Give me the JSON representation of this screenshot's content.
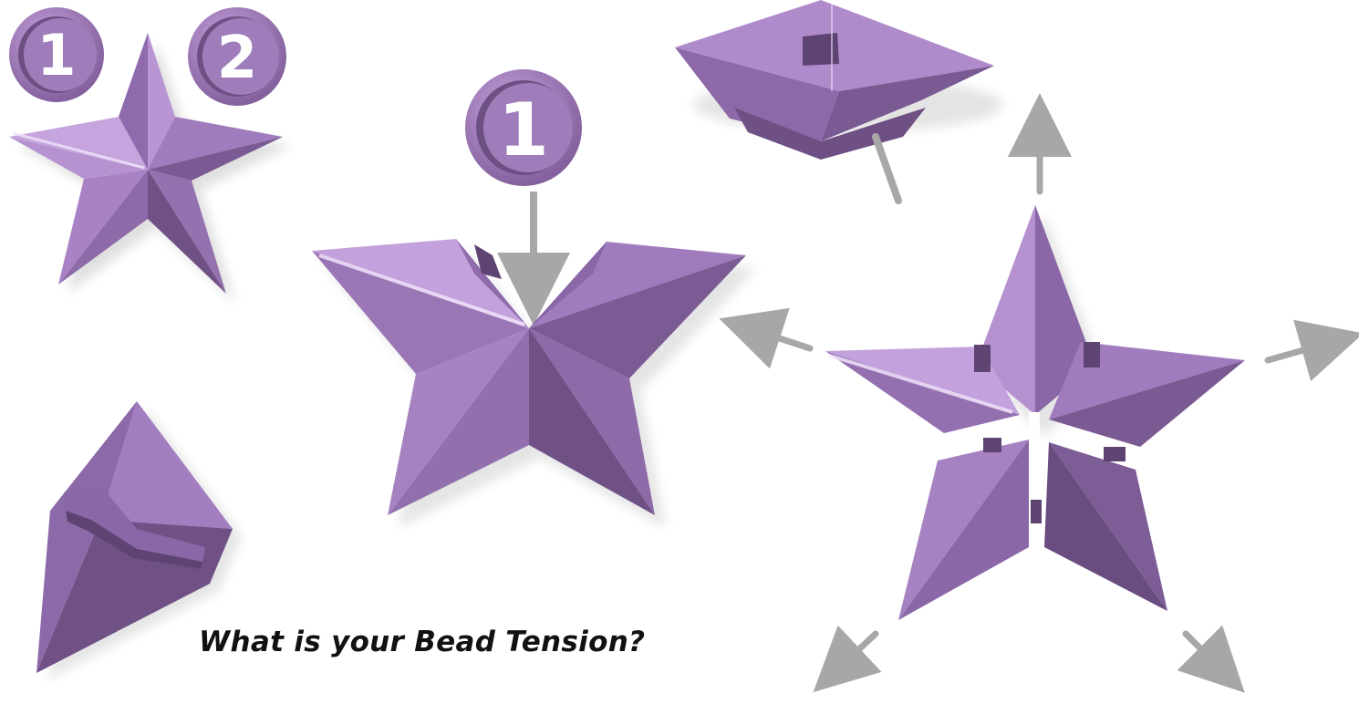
{
  "caption": "What is your Bead Tension?",
  "badges": {
    "small_left": "1",
    "small_right": "2",
    "large": "1"
  },
  "colors": {
    "bead_light": "#b38bd1",
    "bead_mid": "#9a72b8",
    "bead_dark": "#6f5186",
    "bead_shadow": "#4b3a5a",
    "arrow": "#a7a7a7",
    "background": "#ffffff",
    "caption_text": "#111111"
  }
}
